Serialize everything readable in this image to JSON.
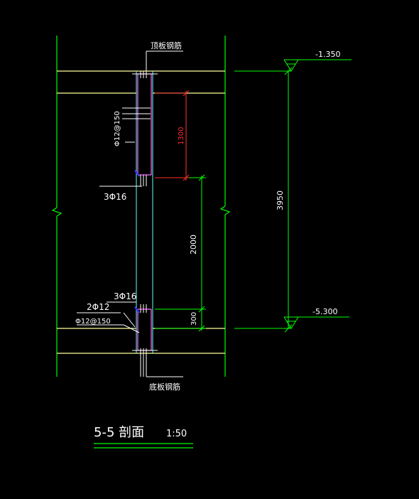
{
  "drawing": {
    "title": "5-5 剖面",
    "scale": "1:50",
    "top_rebar_label": "顶板钢筋",
    "bottom_rebar_label": "底板钢筋",
    "top_elevation": "-1.350",
    "bottom_elevation": "-5.300",
    "dim_total": "3950",
    "dim_upper": "1300",
    "dim_middle": "2000",
    "dim_lower": "300",
    "rebar_vertical_upper": "Φ12@150",
    "rebar_upper_beam": "3Φ16",
    "rebar_lower_beam": "3Φ16",
    "rebar_bottom_pair": "2Φ12",
    "rebar_bottom_stirrup": "Φ12@150"
  },
  "colors": {
    "background": "#000000",
    "wall_lines": "#00ff00",
    "slab_lines": "#ffff99",
    "dimension_lines": "#00ff00",
    "red_dimension": "#ff3030",
    "rebar_magenta": "#ff66ff",
    "rebar_cyan": "#66ffff",
    "annotation_white": "#ffffff",
    "blue_marker": "#3333ff"
  }
}
